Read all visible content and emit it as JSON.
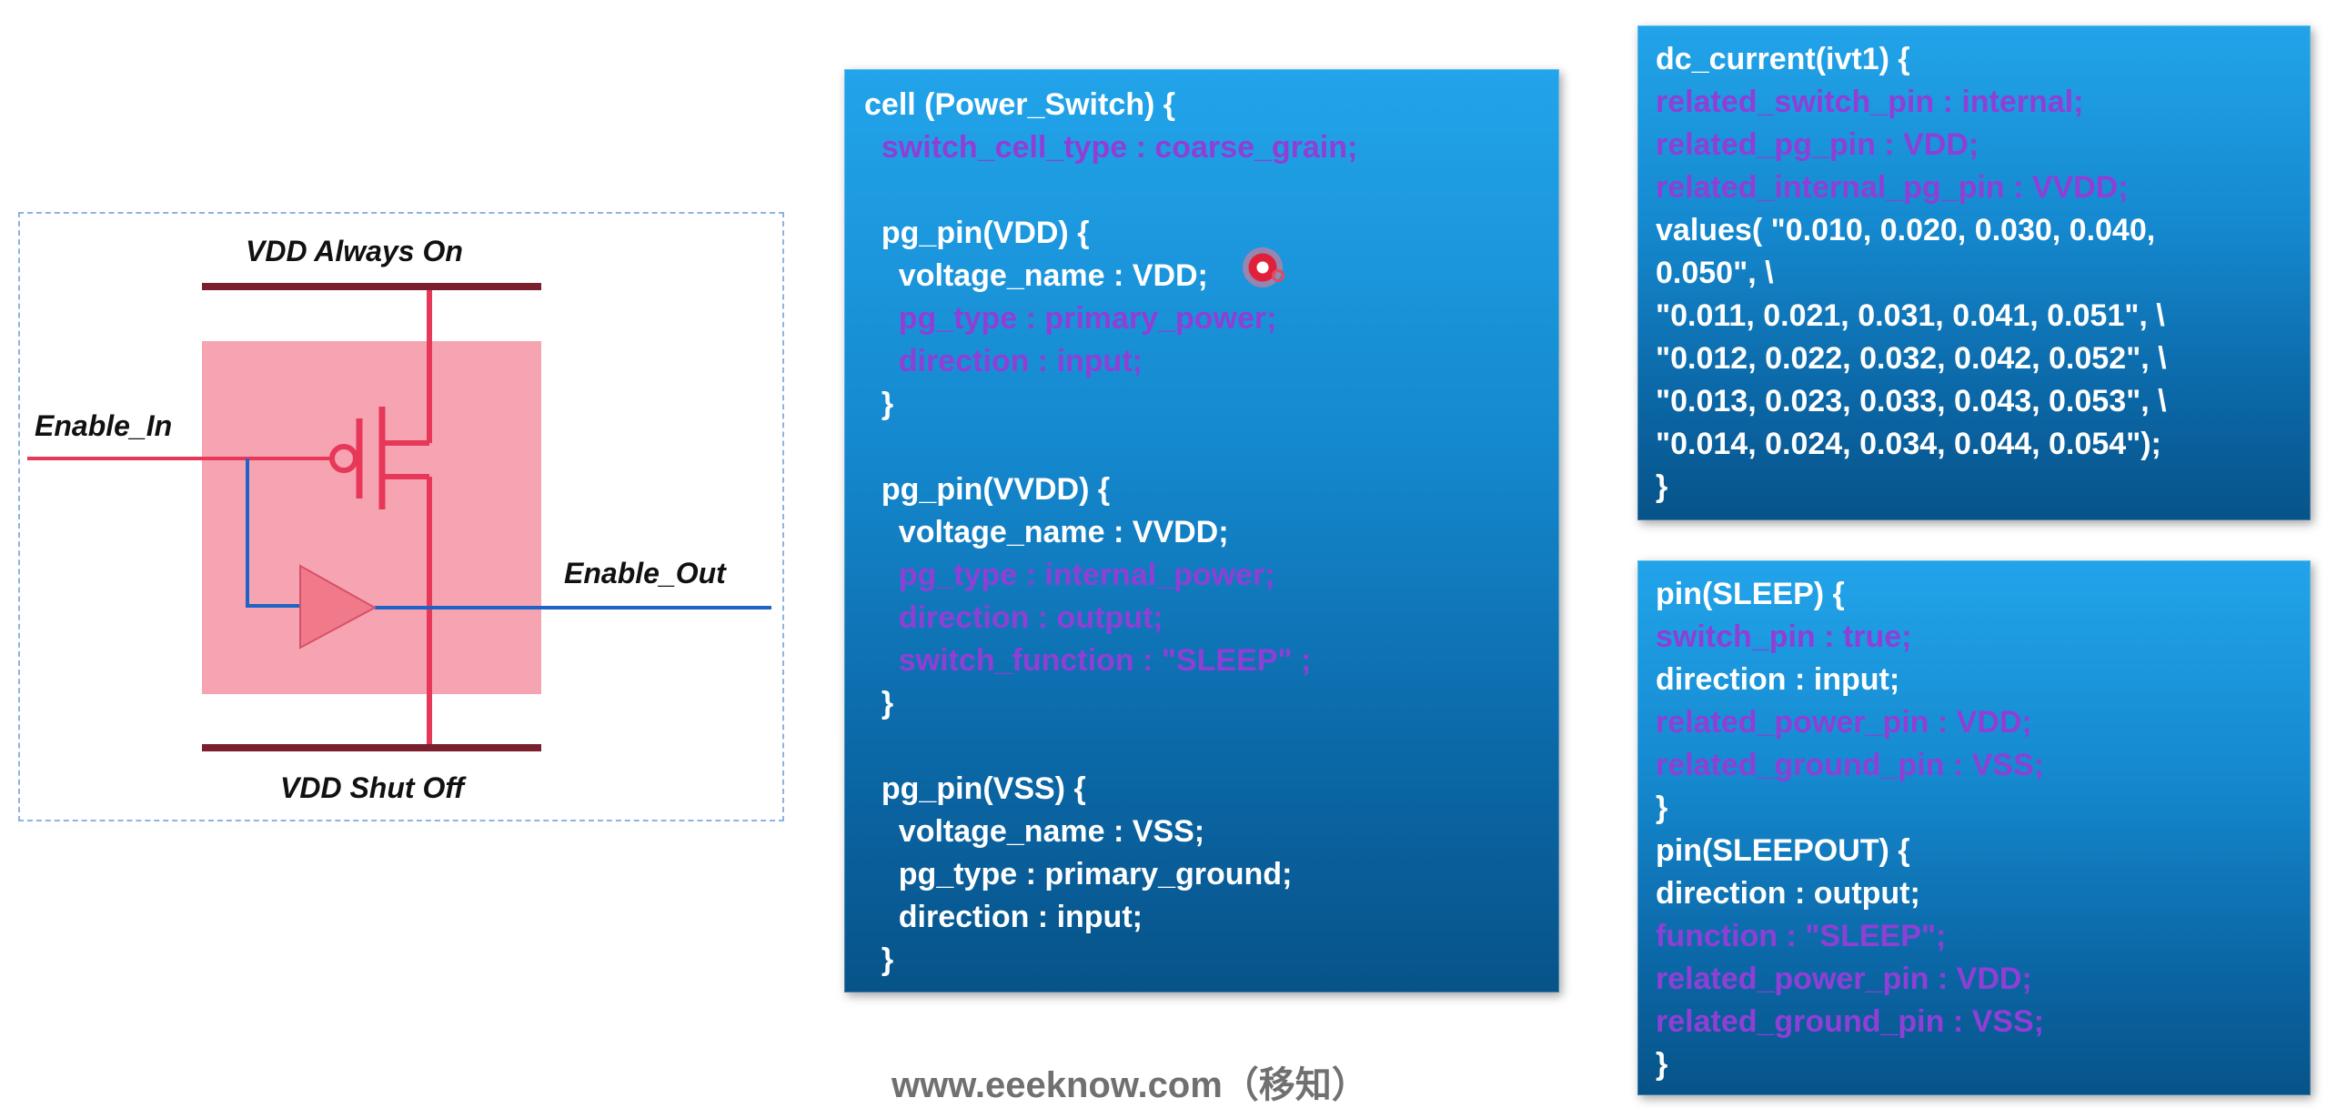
{
  "diagram": {
    "labels": {
      "vdd_always_on": "VDD Always On",
      "vdd_shut_off": "VDD Shut Off",
      "enable_in": "Enable_In",
      "enable_out": "Enable_Out"
    },
    "colors": {
      "power_rail": "#7b1f2e",
      "switch_wire": "#e8385a",
      "enable_wire": "#1f63c6",
      "cell_fill": "#f6a4b2",
      "buffer_fill": "#f07a8a",
      "frame_border": "#8fb3e0"
    }
  },
  "panels": {
    "cell": {
      "lines": [
        {
          "text": "cell (Power_Switch) {",
          "color": "white"
        },
        {
          "text": "  switch_cell_type : coarse_grain;",
          "color": "purple"
        },
        {
          "text": "",
          "color": "white"
        },
        {
          "text": "  pg_pin(VDD) {",
          "color": "white"
        },
        {
          "text": "    voltage_name : VDD;",
          "color": "white"
        },
        {
          "text": "    pg_type : primary_power;",
          "color": "purple"
        },
        {
          "text": "    direction : input;",
          "color": "purple"
        },
        {
          "text": "  }",
          "color": "white"
        },
        {
          "text": "",
          "color": "white"
        },
        {
          "text": "  pg_pin(VVDD) {",
          "color": "white"
        },
        {
          "text": "    voltage_name : VVDD;",
          "color": "white"
        },
        {
          "text": "    pg_type : internal_power;",
          "color": "purple"
        },
        {
          "text": "    direction : output;",
          "color": "purple"
        },
        {
          "text": "    switch_function : \"SLEEP\" ;",
          "color": "purple"
        },
        {
          "text": "  }",
          "color": "white"
        },
        {
          "text": "",
          "color": "white"
        },
        {
          "text": "  pg_pin(VSS) {",
          "color": "white"
        },
        {
          "text": "    voltage_name : VSS;",
          "color": "white"
        },
        {
          "text": "    pg_type : primary_ground;",
          "color": "white"
        },
        {
          "text": "    direction : input;",
          "color": "white"
        },
        {
          "text": "  }",
          "color": "white"
        }
      ]
    },
    "dc_current": {
      "lines": [
        {
          "text": "dc_current(ivt1) {",
          "color": "white"
        },
        {
          "text": "related_switch_pin : internal;",
          "color": "purple"
        },
        {
          "text": "related_pg_pin : VDD;",
          "color": "purple"
        },
        {
          "text": "related_internal_pg_pin : VVDD;",
          "color": "purple"
        },
        {
          "text": "values( \"0.010, 0.020, 0.030, 0.040,",
          "color": "white"
        },
        {
          "text": "0.050\", \\",
          "color": "white"
        },
        {
          "text": "\"0.011, 0.021, 0.031, 0.041, 0.051\", \\",
          "color": "white"
        },
        {
          "text": "\"0.012, 0.022, 0.032, 0.042, 0.052\", \\",
          "color": "white"
        },
        {
          "text": "\"0.013, 0.023, 0.033, 0.043, 0.053\", \\",
          "color": "white"
        },
        {
          "text": "\"0.014, 0.024, 0.034, 0.044, 0.054\");",
          "color": "white"
        },
        {
          "text": "}",
          "color": "white"
        }
      ]
    },
    "pins": {
      "lines": [
        {
          "text": "pin(SLEEP) {",
          "color": "white"
        },
        {
          "text": "switch_pin : true;",
          "color": "purple"
        },
        {
          "text": "direction : input;",
          "color": "white"
        },
        {
          "text": "related_power_pin : VDD;",
          "color": "purple"
        },
        {
          "text": "related_ground_pin : VSS;",
          "color": "purple"
        },
        {
          "text": "}",
          "color": "white"
        },
        {
          "text": "pin(SLEEPOUT) {",
          "color": "white"
        },
        {
          "text": "direction : output;",
          "color": "white"
        },
        {
          "text": "function : \"SLEEP\";",
          "color": "purple"
        },
        {
          "text": "related_power_pin : VDD;",
          "color": "purple"
        },
        {
          "text": "related_ground_pin : VSS;",
          "color": "purple"
        },
        {
          "text": "}",
          "color": "white"
        }
      ]
    }
  },
  "watermark": "www.eeeknow.com（移知）"
}
